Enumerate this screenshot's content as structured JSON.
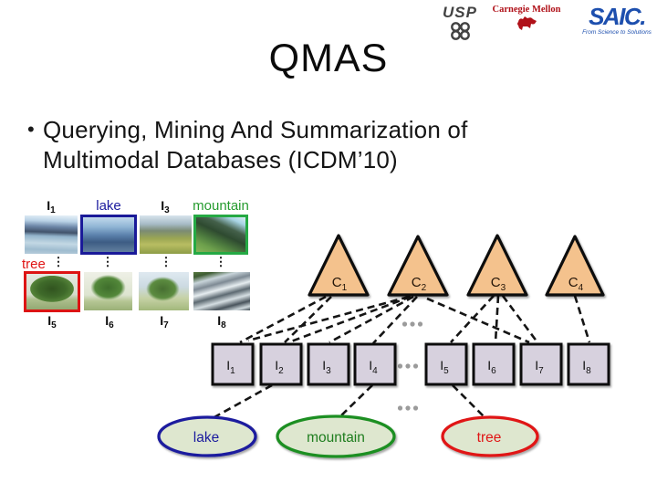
{
  "slide": {
    "title": "QMAS",
    "bullet": {
      "marker": "•",
      "line1": "Querying, Mining And Summarization of",
      "line2": "Multimodal Databases (ICDM’10)"
    }
  },
  "logos": {
    "usp": {
      "text": "USP"
    },
    "cmu": {
      "text": "Carnegie Mellon"
    },
    "saic": {
      "text": "SAIC.",
      "tagline": "From Science to Solutions"
    }
  },
  "photo_grid": {
    "top_labels": {
      "i1": {
        "base": "I",
        "sub": "1"
      },
      "lake": "lake",
      "i3": {
        "base": "I",
        "sub": "3"
      },
      "mountain": "mountain"
    },
    "tree_label": "tree",
    "ellipsis_v": "⋮",
    "bottom_labels": {
      "i5": {
        "base": "I",
        "sub": "5"
      },
      "i6": {
        "base": "I",
        "sub": "6"
      },
      "i7": {
        "base": "I",
        "sub": "7"
      },
      "i8": {
        "base": "I",
        "sub": "8"
      }
    }
  },
  "diagram": {
    "clusters": [
      {
        "base": "C",
        "sub": "1"
      },
      {
        "base": "C",
        "sub": "2"
      },
      {
        "base": "C",
        "sub": "3"
      },
      {
        "base": "C",
        "sub": "4"
      }
    ],
    "items": [
      {
        "base": "I",
        "sub": "1"
      },
      {
        "base": "I",
        "sub": "2"
      },
      {
        "base": "I",
        "sub": "3"
      },
      {
        "base": "I",
        "sub": "4"
      },
      {
        "base": "I",
        "sub": "5"
      },
      {
        "base": "I",
        "sub": "6"
      },
      {
        "base": "I",
        "sub": "7"
      },
      {
        "base": "I",
        "sub": "8"
      }
    ],
    "concepts": [
      {
        "label": "lake",
        "color": "#1b1b9e",
        "text_color": "#1b1b9e"
      },
      {
        "label": "mountain",
        "color": "#1e8f22",
        "text_color": "#1e7d1e"
      },
      {
        "label": "tree",
        "color": "#e01616",
        "text_color": "#e01616"
      }
    ],
    "connections": {
      "cluster_to_item": [
        "C1-I1",
        "C1-I2",
        "C2-I1",
        "C2-I2",
        "C2-I3",
        "C2-I4",
        "C2-I7",
        "C3-I5",
        "C3-I6",
        "C3-I7",
        "C4-I8"
      ],
      "item_to_concept": [
        "I2-lake",
        "I4-mountain",
        "I5-tree"
      ]
    }
  },
  "colors": {
    "cluster_fill": "#f4c28d",
    "cluster_stroke": "#111111",
    "item_fill": "#d7d1de",
    "item_stroke": "#111111",
    "concept_fill": "#dee7cf",
    "edge_color": "#151515",
    "dots_color": "#9b9b9b",
    "lake_accent": "#1b1b9e",
    "mountain_accent": "#25a944",
    "tree_accent": "#dd1414"
  }
}
